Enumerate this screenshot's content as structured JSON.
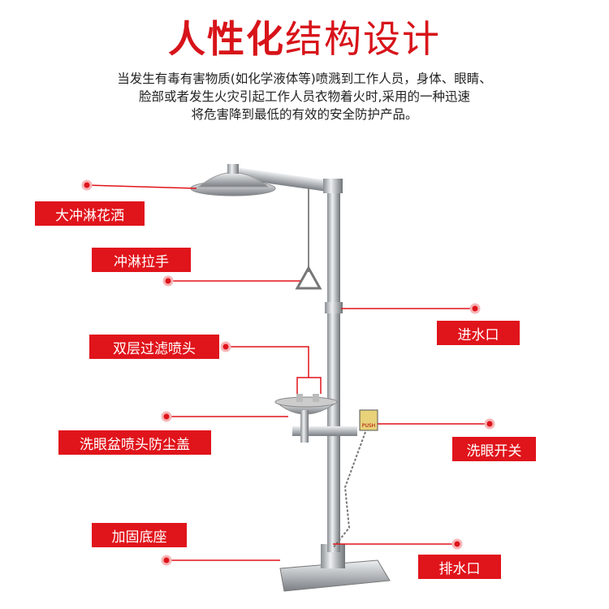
{
  "title": {
    "bold": "人性化",
    "light": "结构设计"
  },
  "description": [
    "当发生有毒有害物质(如化学液体等)喷溅到工作人员，身体、眼睛、",
    "脸部或者发生火灾引起工作人员衣物着火时,采用的一种迅速",
    "将危害降到最低的有效的安全防护产品。"
  ],
  "labels": {
    "shower_head": "大冲淋花洒",
    "pull_handle": "冲淋拉手",
    "water_inlet": "进水口",
    "filter_nozzle": "双层过滤喷头",
    "dust_cover": "洗眼盆喷头防尘盖",
    "eyewash_switch": "洗眼开关",
    "base": "加固底座",
    "drain": "排水口"
  },
  "switch_sign": "PUSH",
  "colors": {
    "accent": "#e0141b"
  }
}
